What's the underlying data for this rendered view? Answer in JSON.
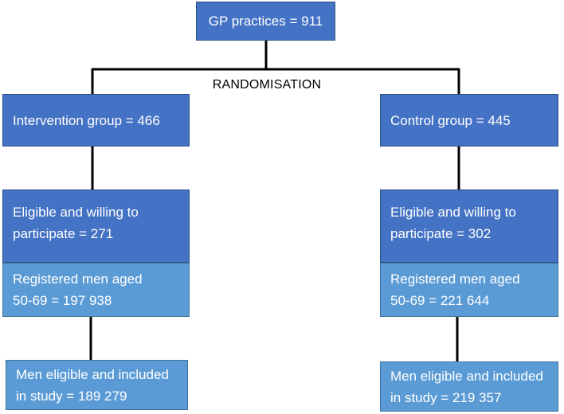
{
  "flowchart": {
    "top": {
      "label": "GP practices = 911"
    },
    "randomisation_label": "RANDOMISATION",
    "intervention": {
      "group": "Intervention group = 466",
      "eligible_line1": "Eligible and willing to",
      "eligible_line2": "participate = 271",
      "registered_line1": "Registered men aged",
      "registered_line2": "50-69 = 197 938",
      "included_line1": "Men eligible and included",
      "included_line2": "in study = 189 279"
    },
    "control": {
      "group": "Control group = 445",
      "eligible_line1": "Eligible and willing to",
      "eligible_line2": "participate = 302",
      "registered_line1": "Registered men aged",
      "registered_line2": "50-69 = 221 644",
      "included_line1": "Men eligible and included",
      "included_line2": "in study = 219 357"
    }
  },
  "colors": {
    "dark_box": "#4472c4",
    "light_box": "#5b9bd5",
    "connector": "#000000",
    "text": "#ffffff"
  }
}
